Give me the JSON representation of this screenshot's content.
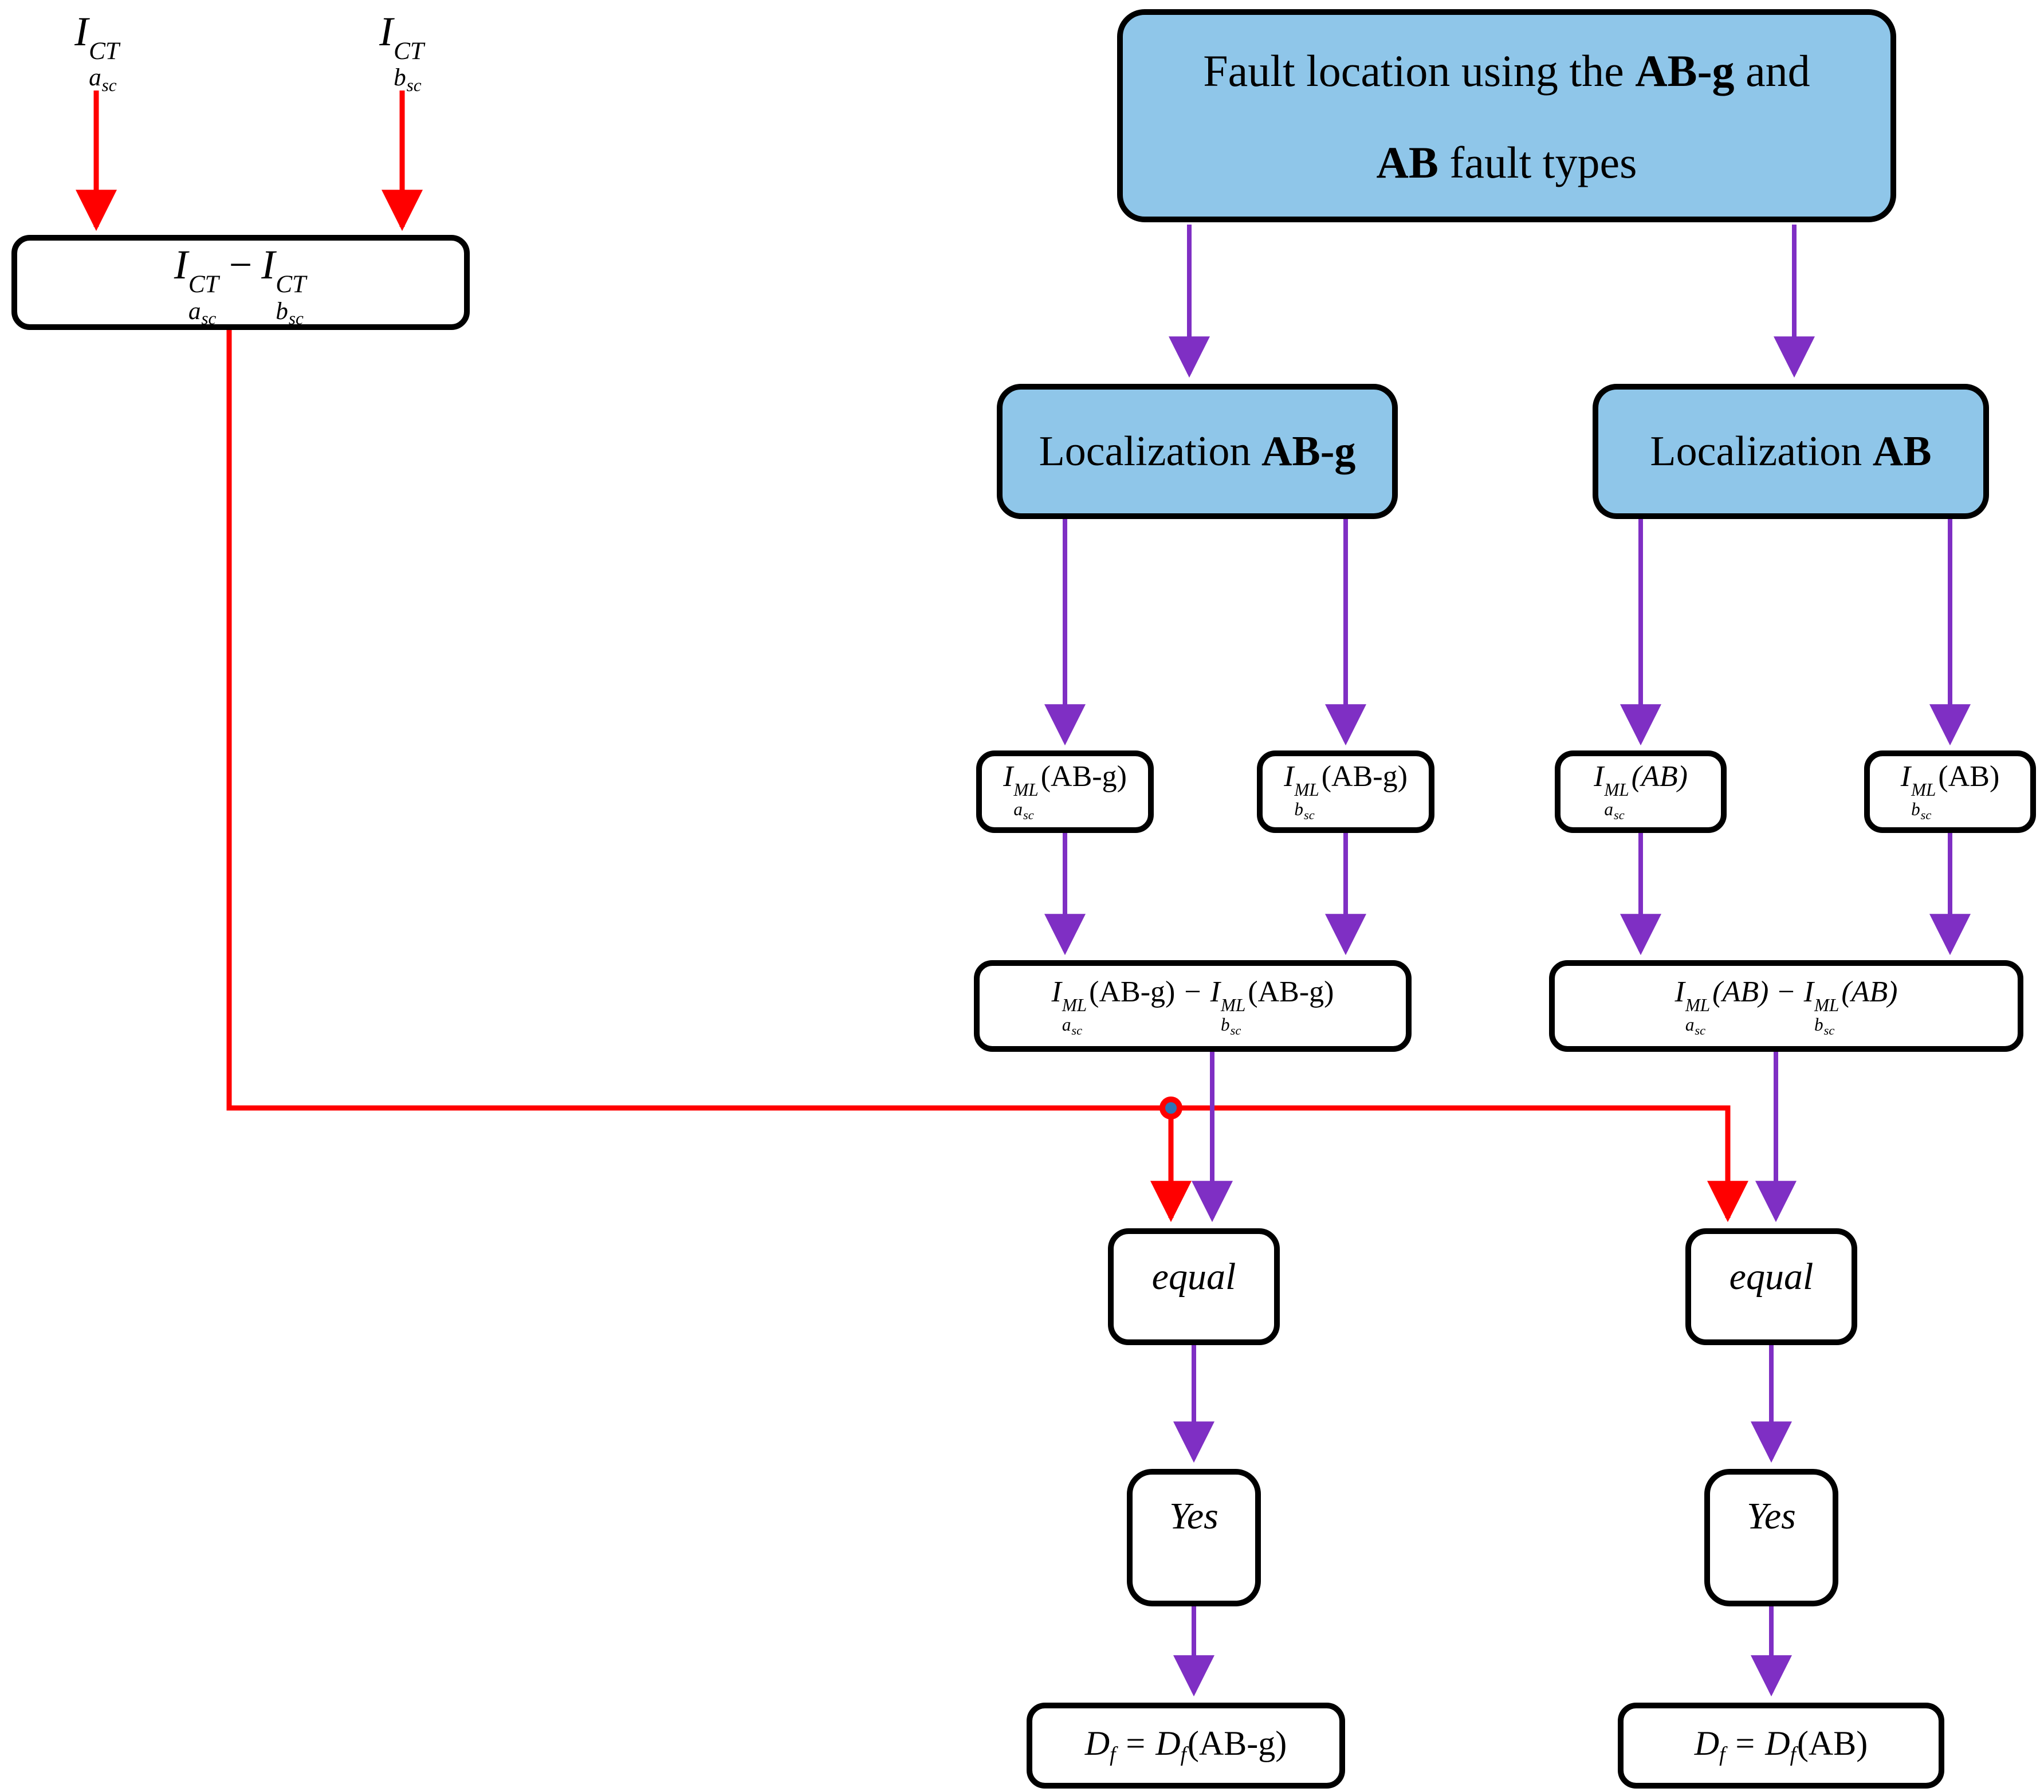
{
  "colors": {
    "box_fill_blue": "#8FC6E9",
    "node_fill_white": "#FFFFFF",
    "border_black": "#000000",
    "arrow_purple": "#7F2FC4",
    "arrow_red": "#FF0000",
    "junction_inner_blue": "#2E75B6"
  },
  "inputs": {
    "a": {
      "base": "I",
      "sup": "CT",
      "sub": "a",
      "subsub": "sc"
    },
    "b": {
      "base": "I",
      "sup": "CT",
      "sub": "b",
      "subsub": "sc"
    }
  },
  "ct_diff": {
    "minus": "−"
  },
  "top_box": {
    "l1a": "Fault location using the ",
    "l1b": "AB-g",
    "l1c": " and",
    "l2a": "AB",
    "l2b": " fault types"
  },
  "loc_abg": {
    "label": "Localization ",
    "bold": "AB-g"
  },
  "loc_ab": {
    "label": "Localization ",
    "bold": "AB"
  },
  "ml": {
    "a_abg": {
      "base": "I",
      "sup": "ML",
      "sub": "a",
      "subsub": "sc",
      "arg": "(AB-g)"
    },
    "b_abg": {
      "base": "I",
      "sup": "ML",
      "sub": "b",
      "subsub": "sc",
      "arg": "(AB-g)"
    },
    "a_ab": {
      "base": "I",
      "sup": "ML",
      "sub": "a",
      "subsub": "sc",
      "arg": "(AB)"
    },
    "b_ab": {
      "base": "I",
      "sup": "ML",
      "sub": "b",
      "subsub": "sc",
      "arg": "(AB)"
    }
  },
  "diff": {
    "minus": "−"
  },
  "equal_label": "equal",
  "yes_label": "Yes",
  "df": {
    "abg": {
      "lhs": "D",
      "lsub": "f",
      "eq": "=",
      "rhs": "D",
      "rsub": "f",
      "arg": "(AB-g)"
    },
    "ab": {
      "lhs": "D",
      "lsub": "f",
      "eq": "=",
      "rhs": "D",
      "rsub": "f",
      "arg": "(AB)"
    }
  }
}
